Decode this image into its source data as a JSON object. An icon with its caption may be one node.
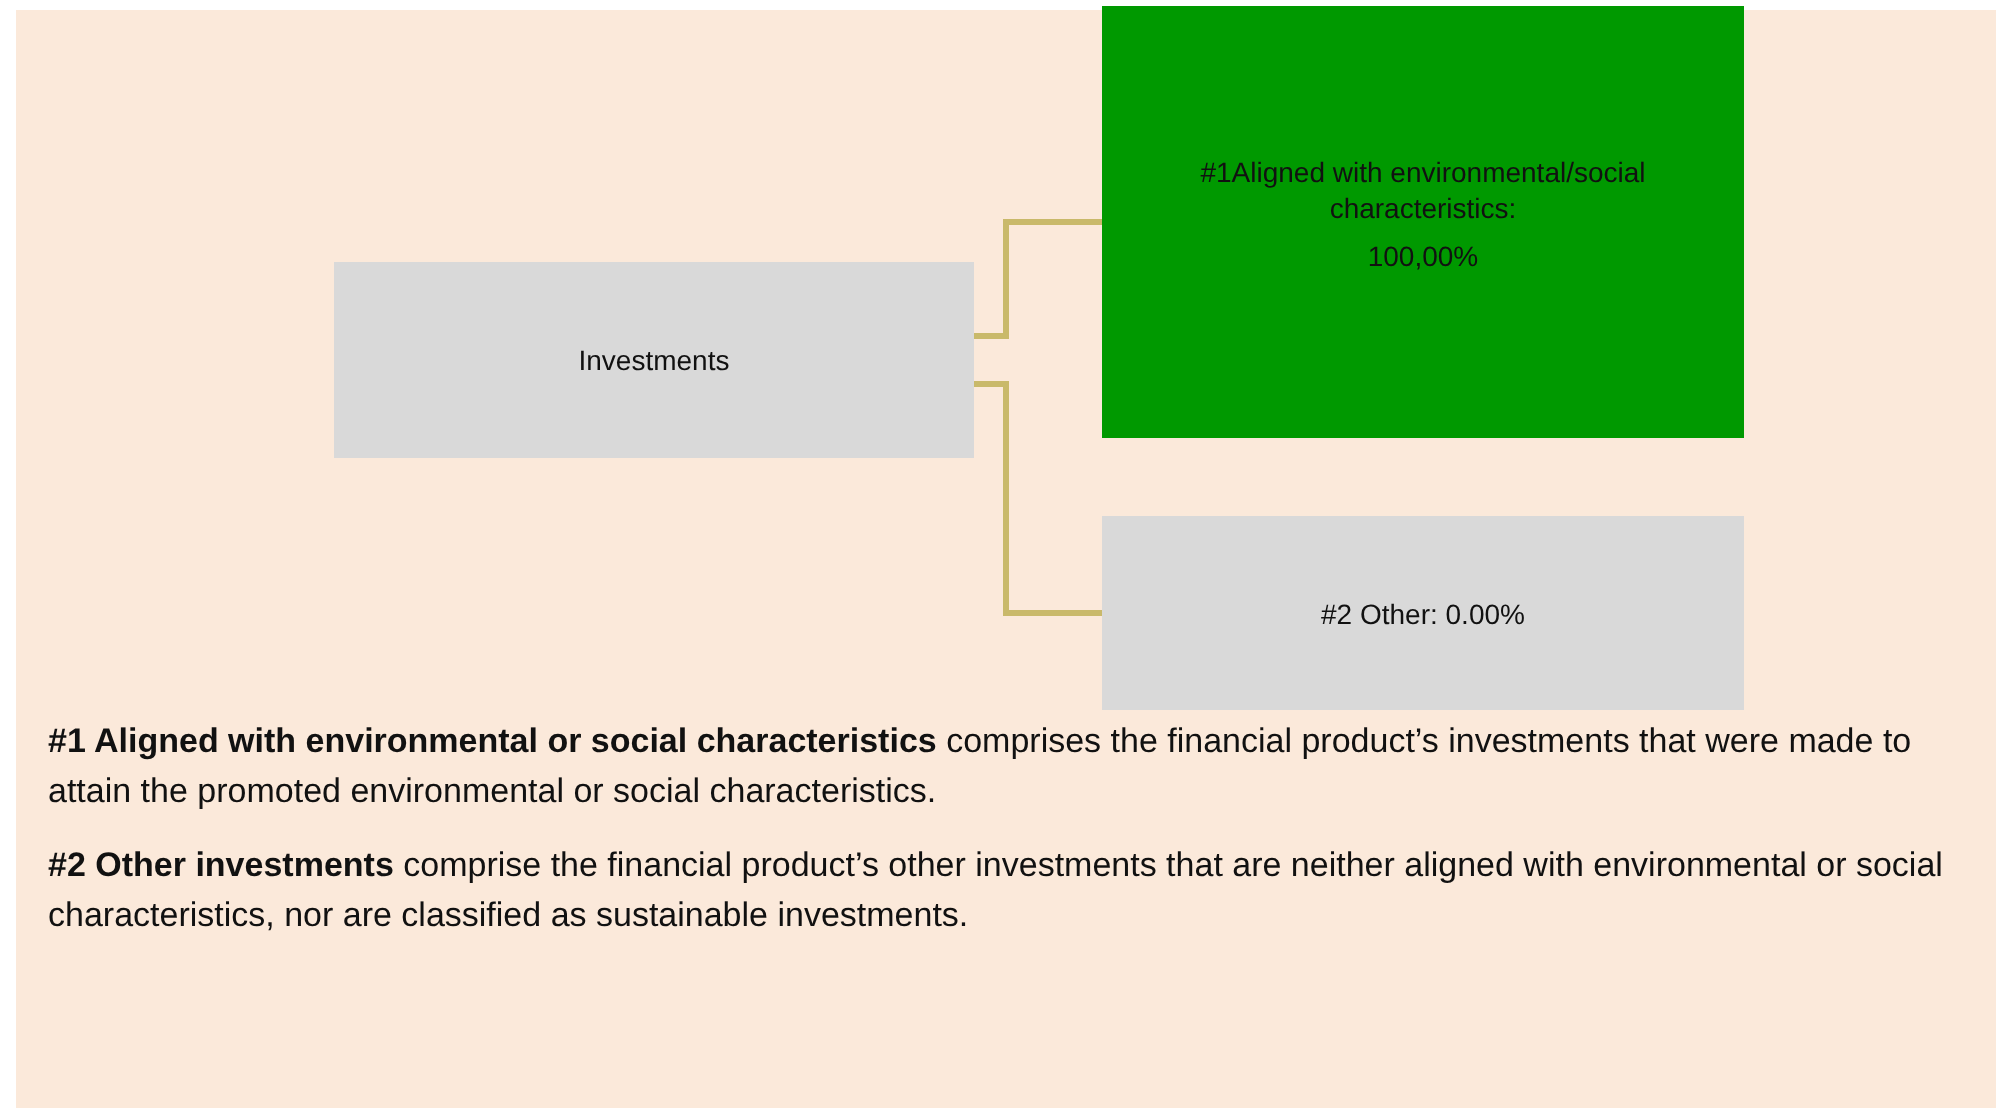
{
  "diagram": {
    "nodes": [
      {
        "text": [
          "Investments"
        ]
      },
      {
        "text": [
          "#1Aligned with environmental/social characteristics:",
          "100,00%"
        ]
      },
      {
        "text": [
          "#2 Other: 0.00%"
        ]
      }
    ],
    "edges": [
      {
        "from": 0,
        "to": 1,
        "arrow": "none",
        "color": "#c9b96a"
      },
      {
        "from": 0,
        "to": 2,
        "arrow": "none",
        "color": "#c9b96a"
      }
    ],
    "labels": [
      "**#1 Aligned with environmental or social characteristics** comprises the financial product’s investments that were made to attain the promoted environmental or social characteristics.",
      "**#2 Other investments** comprise the financial product’s other investments that are neither aligned with environmental or social characteristics, nor are classified as sustainable investments."
    ]
  }
}
